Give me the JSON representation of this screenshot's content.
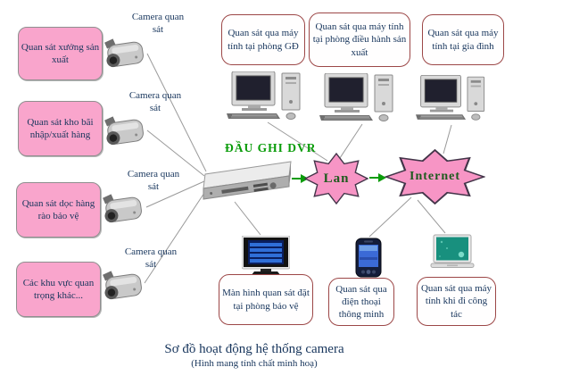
{
  "sources": [
    {
      "label": "Quan sát xưởng sản xuất"
    },
    {
      "label": "Quan sát kho bãi nhập/xuất hàng"
    },
    {
      "label": "Quan sát dọc hàng rào bảo vệ"
    },
    {
      "label": "Các khu vực quan trọng khác..."
    }
  ],
  "camera_label": "Camera quan sát",
  "dvr_label": "ĐẦU GHI DVR",
  "nodes": {
    "lan": "Lan",
    "internet": "Internet"
  },
  "viewers_top": [
    {
      "label": "Quan sát qua máy tính tại phòng GĐ"
    },
    {
      "label": "Quan sát qua máy tính tại phòng điều hành sản xuất"
    },
    {
      "label": "Quan sát qua máy tính tại gia đình"
    }
  ],
  "viewers_bottom": [
    {
      "label": "Màn hình quan sát đặt tại phòng bảo vệ"
    },
    {
      "label": "Quan sát qua điện thoại thông minh"
    },
    {
      "label": "Quan sát qua máy tính khi đi công tác"
    }
  ],
  "caption": {
    "title": "Sơ đồ hoạt động hệ thống camera",
    "subtitle": "(Hình mang tính chất minh hoạ)"
  },
  "colors": {
    "box_pink": "#F9A5CC",
    "star_pink": "#F795C5",
    "white_box_border": "#9C4747",
    "text_navy": "#17355C",
    "dvr_green": "#0A9C0A",
    "star_text_green": "#1E5B1E",
    "line_gray": "#9A9A9A"
  }
}
